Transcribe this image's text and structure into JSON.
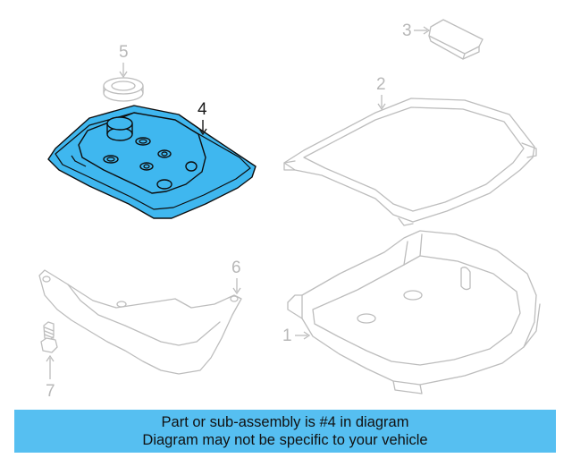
{
  "callouts": {
    "part1": "1",
    "part2": "2",
    "part3": "3",
    "part4": "4",
    "part5": "5",
    "part6": "6",
    "part7": "7"
  },
  "highlighted_part": "4",
  "colors": {
    "highlight": "#3fb7ef",
    "banner": "#56bff1",
    "ghost_line": "#bdbdbd"
  },
  "banner": {
    "line1": "Part or sub-assembly is #4 in diagram",
    "line2": "Diagram may not be specific to your vehicle"
  }
}
